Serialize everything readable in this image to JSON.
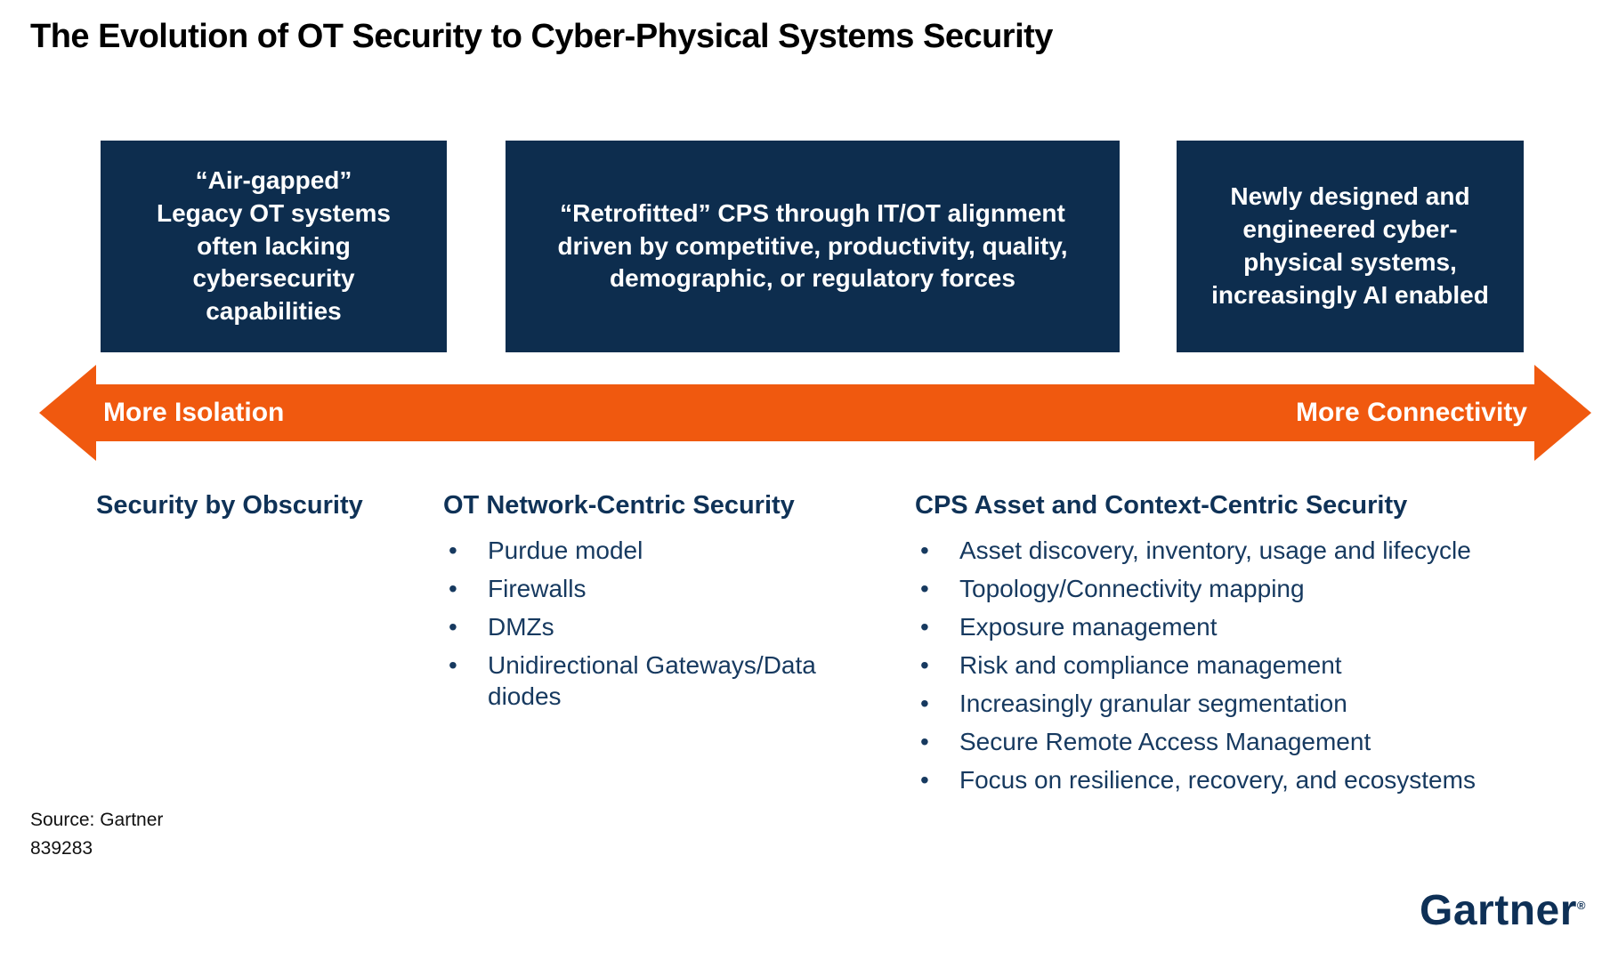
{
  "title": "The Evolution of OT Security to Cyber-Physical Systems Security",
  "bullet_char": "•",
  "colors": {
    "navy_box": "#0D2D4E",
    "orange_arrow": "#F0590F",
    "heading_navy": "#0F3257",
    "list_text_navy": "#16395F"
  },
  "boxes": [
    {
      "text": "“Air-gapped”\nLegacy OT systems often lacking cybersecurity capabilities"
    },
    {
      "text": "“Retrofitted” CPS through IT/OT alignment driven by competitive, productivity, quality, demographic, or regulatory forces"
    },
    {
      "text": "Newly designed and engineered cyber-physical systems, increasingly AI enabled"
    }
  ],
  "arrow": {
    "left_label": "More Isolation",
    "right_label": "More Connectivity"
  },
  "columns": [
    {
      "heading": "Security by Obscurity",
      "items": []
    },
    {
      "heading": "OT Network-Centric Security",
      "items": [
        "Purdue model",
        "Firewalls",
        "DMZs",
        "Unidirectional Gateways/Data diodes"
      ]
    },
    {
      "heading": "CPS Asset and Context-Centric Security",
      "items": [
        "Asset discovery, inventory, usage and lifecycle",
        "Topology/Connectivity mapping",
        "Exposure management",
        "Risk and compliance management",
        "Increasingly granular segmentation",
        "Secure Remote Access Management",
        "Focus on resilience, recovery, and ecosystems"
      ]
    }
  ],
  "source": {
    "line1": "Source: Gartner",
    "line2": "839283"
  },
  "logo": {
    "text": "Gartner",
    "registered": "®"
  }
}
